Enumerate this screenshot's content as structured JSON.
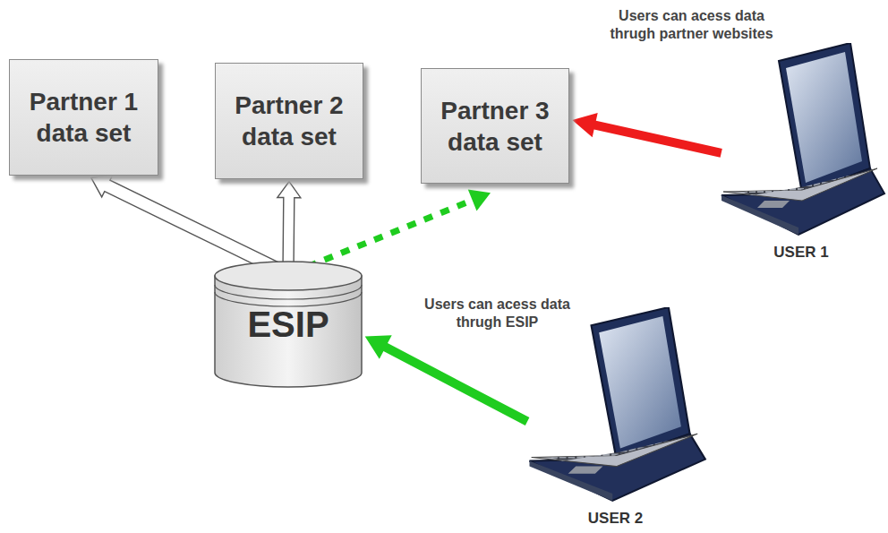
{
  "diagram": {
    "nodes": [
      {
        "text": [
          "Partner 1 data set"
        ]
      },
      {
        "text": [
          "Partner 2 data set"
        ]
      },
      {
        "text": [
          "Partner 3 data set"
        ]
      },
      {
        "text": [
          "ESIP"
        ]
      },
      {
        "text": [
          "USER 1"
        ]
      },
      {
        "text": [
          "USER 2"
        ]
      }
    ],
    "edges": [
      {
        "from": 3,
        "to": 0,
        "arrow": "to"
      },
      {
        "from": 3,
        "to": 1,
        "arrow": "to"
      },
      {
        "from": 3,
        "to": 2,
        "arrow": "to"
      },
      {
        "from": 4,
        "to": 2,
        "arrow": "to"
      },
      {
        "from": 5,
        "to": 3,
        "arrow": "to"
      }
    ],
    "labels": [
      "Users can acess data thrugh partner websites",
      "Users can acess data thrugh ESIP"
    ]
  }
}
